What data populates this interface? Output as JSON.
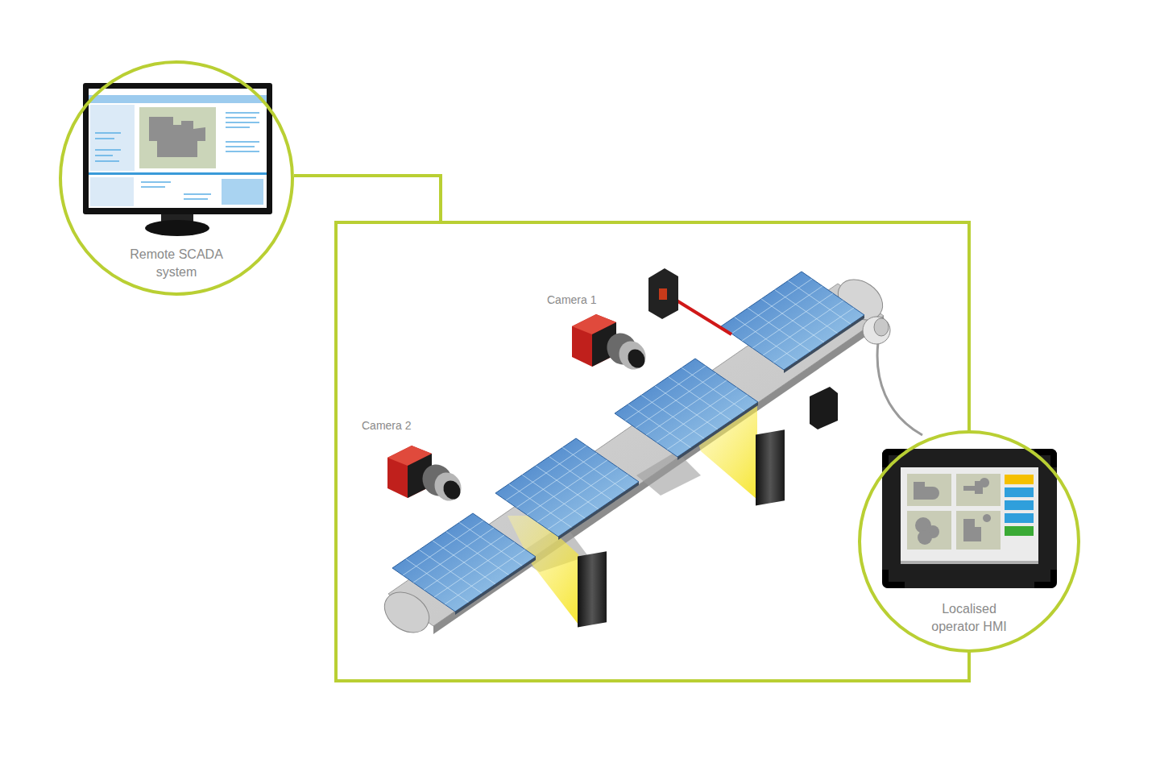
{
  "diagram": {
    "nodes": [
      {
        "text": [
          "Remote SCADA system"
        ]
      },
      {
        "text": [
          "Localised operator HMI"
        ]
      }
    ],
    "labels": [
      "Camera 1",
      "Camera 2"
    ]
  }
}
